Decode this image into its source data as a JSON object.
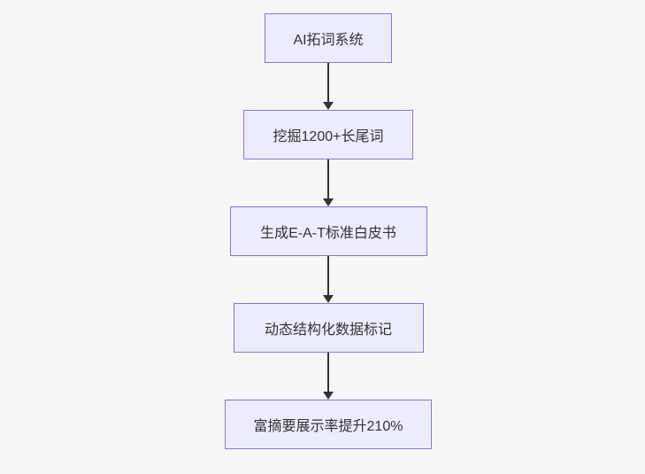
{
  "diagram": {
    "type": "flowchart-top-down",
    "nodes": [
      {
        "label": "AI拓词系统"
      },
      {
        "label": "挖掘1200+长尾词"
      },
      {
        "label": "生成E-A-T标准白皮书"
      },
      {
        "label": "动态结构化数据标记"
      },
      {
        "label": "富摘要展示率提升210%"
      }
    ],
    "edges": [
      {
        "from": 0,
        "to": 1,
        "style": "arrow-down"
      },
      {
        "from": 1,
        "to": 2,
        "style": "arrow-down"
      },
      {
        "from": 2,
        "to": 3,
        "style": "arrow-down"
      },
      {
        "from": 3,
        "to": 4,
        "style": "arrow-down"
      }
    ],
    "colors": {
      "background": "#f7f7f7",
      "node_fill": "#ececff",
      "node_border": "#9370db",
      "arrow": "#333333",
      "text": "#333333"
    }
  }
}
